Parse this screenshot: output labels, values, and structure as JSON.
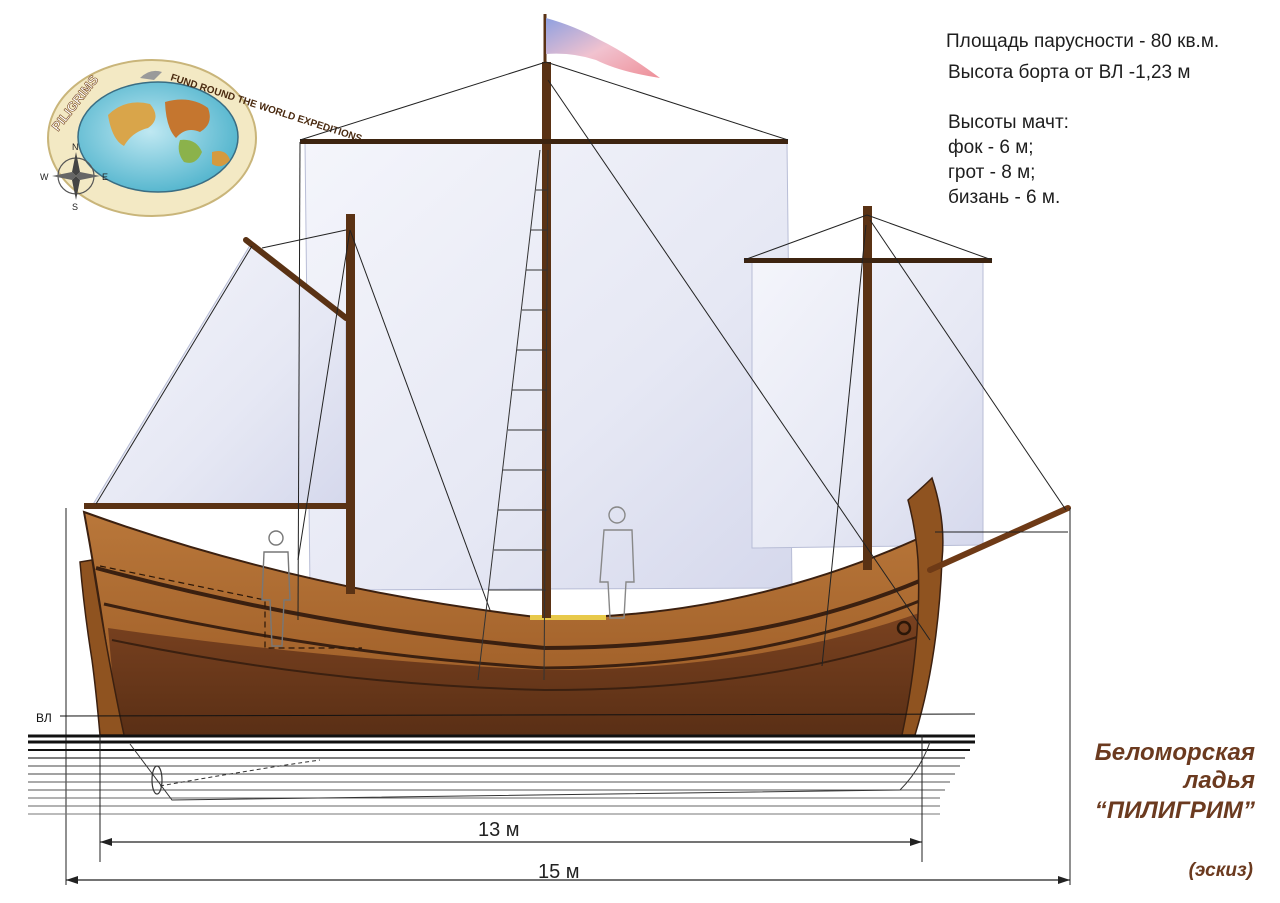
{
  "specs": {
    "sail_area": "Площадь парусности - 80 кв.м.",
    "freeboard": "Высота борта от ВЛ -1,23 м",
    "masts_heading": "Высоты мачт:",
    "mast_fore": "фок - 6 м;",
    "mast_main": "грот - 8 м;",
    "mast_mizzen": "бизань - 6 м."
  },
  "title": {
    "line1": "Беломорская",
    "line2": "ладья",
    "line3": "“ПИЛИГРИМ”",
    "sketch": "(эскиз)"
  },
  "dimensions": {
    "waterline_label": "ВЛ",
    "length_13": "13 м",
    "length_15": "15 м"
  },
  "logo": {
    "ring_left": "PILIGRIMS",
    "ring_right": "FUND ROUND THE WORLD EXPEDITIONS",
    "compass_n": "N",
    "compass_s": "S",
    "compass_e": "E",
    "compass_w": "W"
  },
  "colors": {
    "hull_upper": "#a8652a",
    "hull_lower": "#6e3a1a",
    "mast": "#5a3214",
    "sail": "#e4e6f4",
    "title": "#6b3a1f"
  }
}
